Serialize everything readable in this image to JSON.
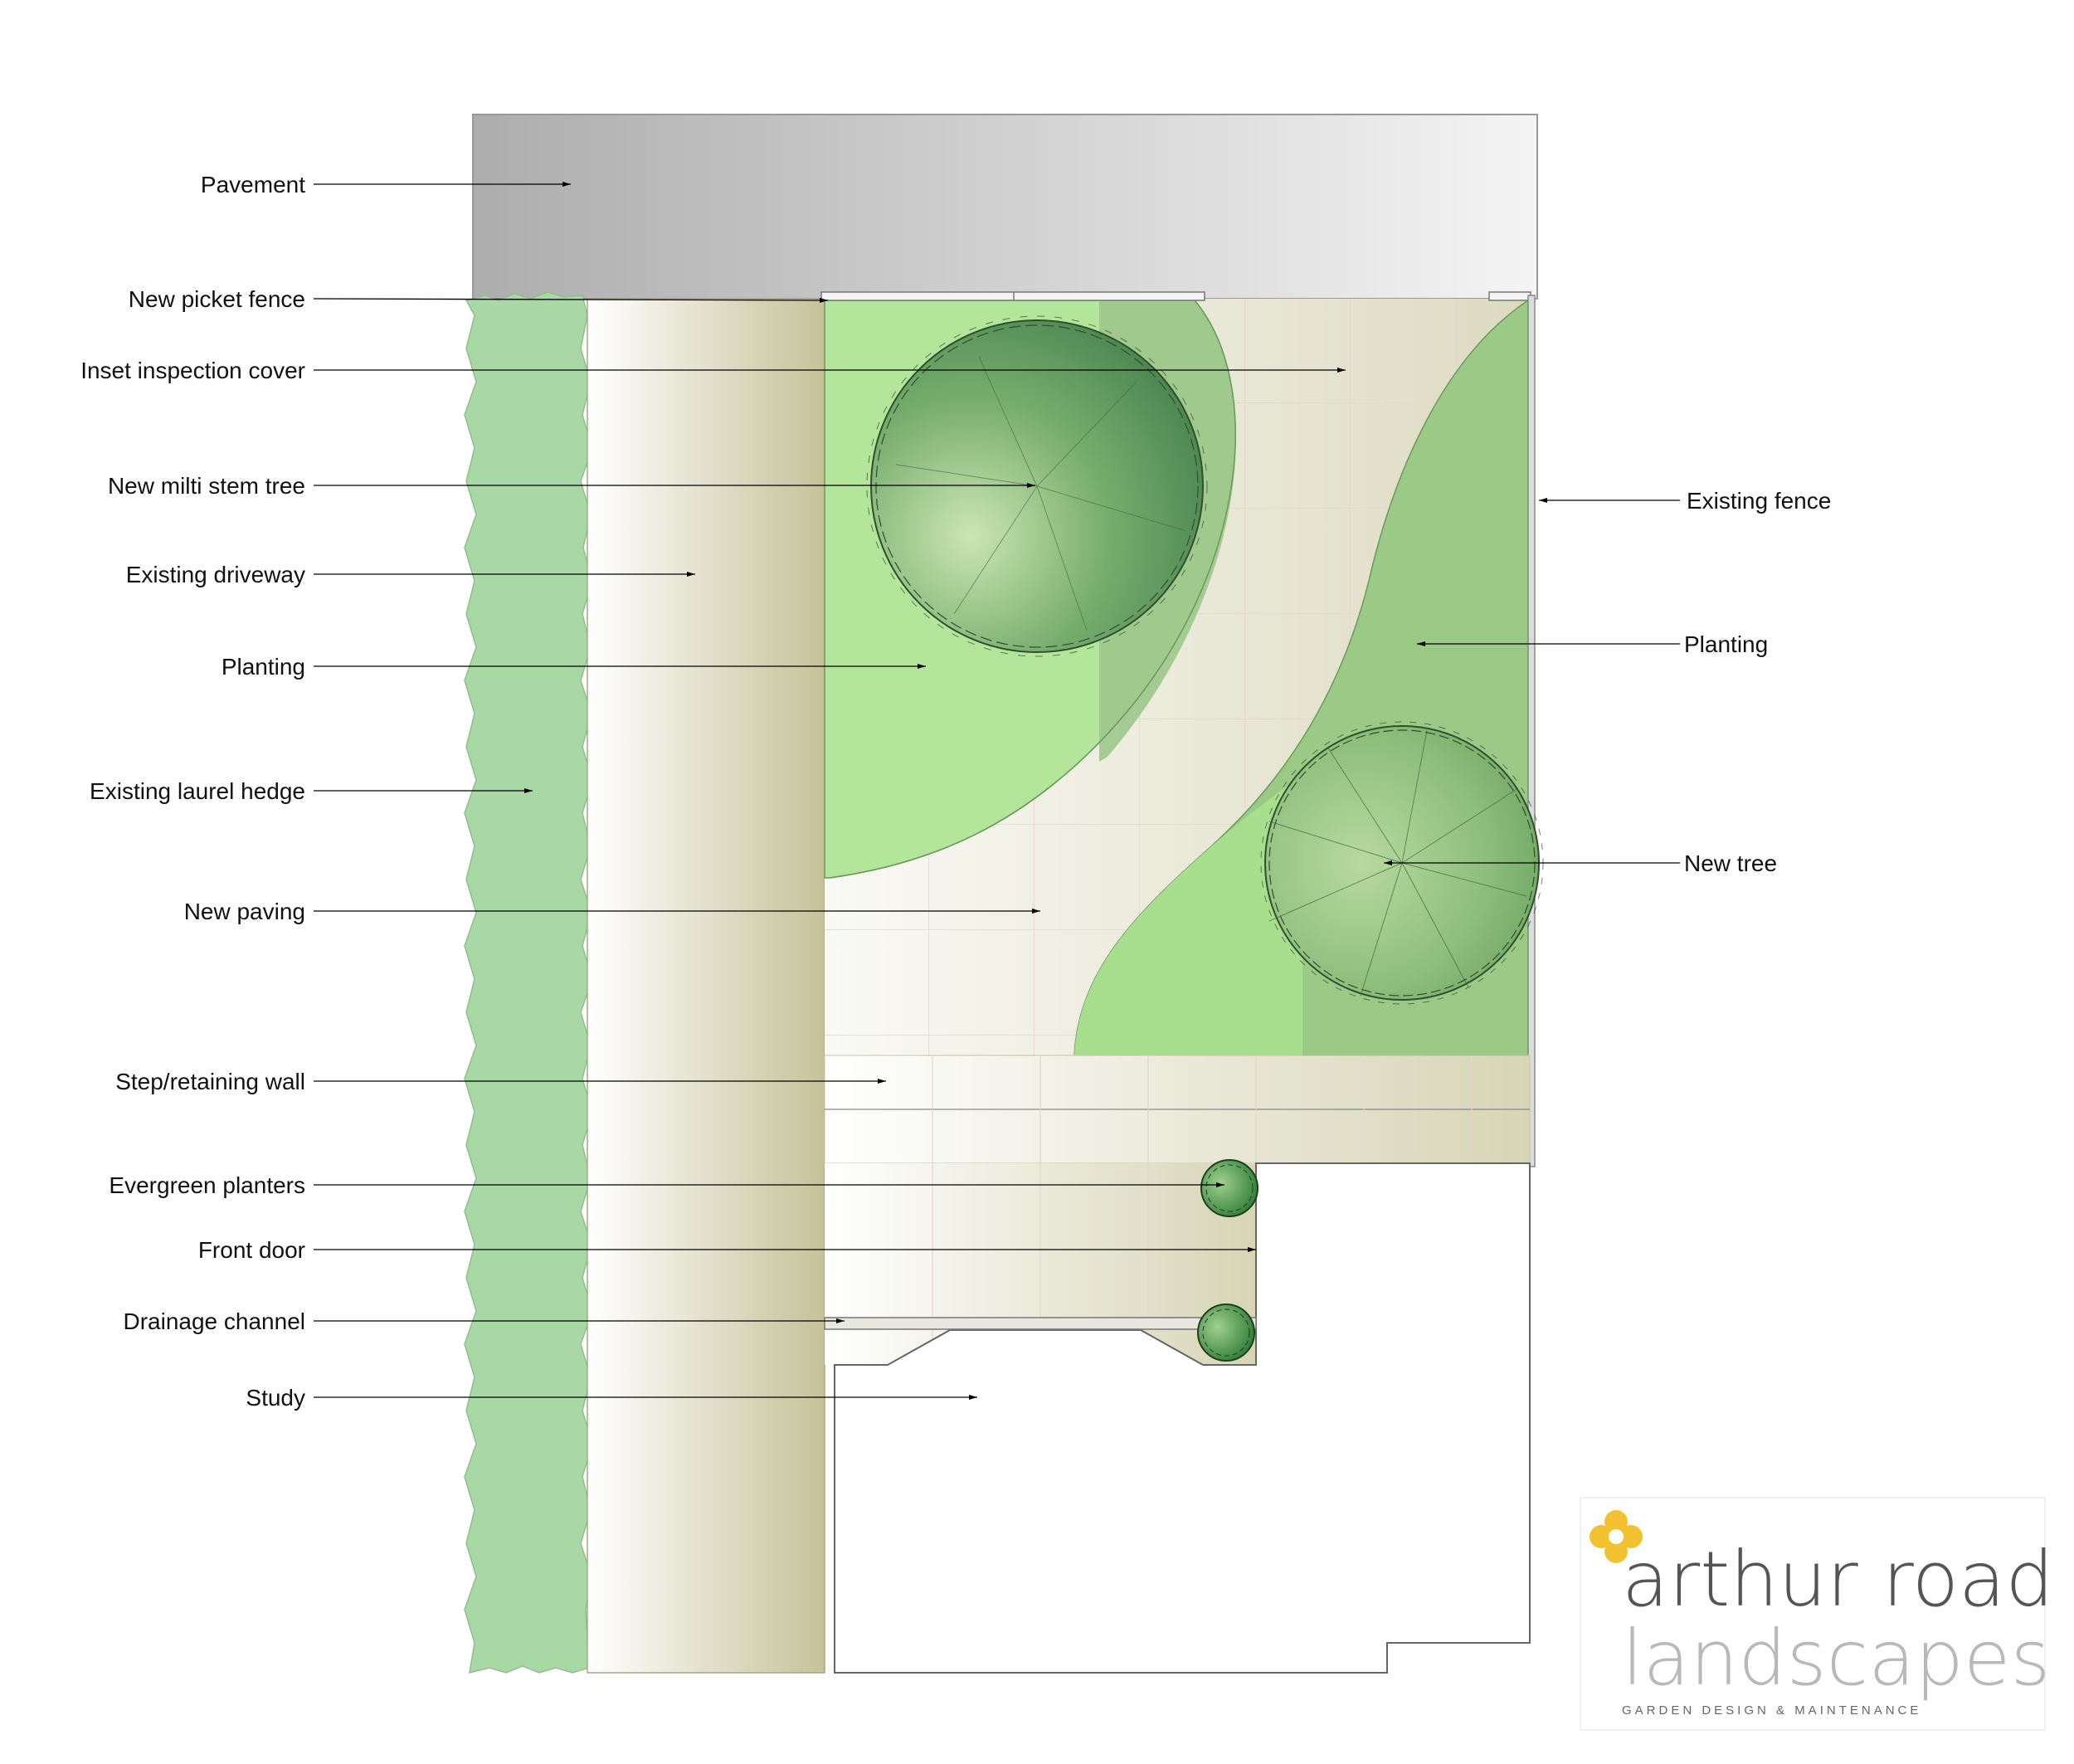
{
  "left_callouts": [
    {
      "label": "Pavement"
    },
    {
      "label": "New picket fence"
    },
    {
      "label": "Inset inspection cover"
    },
    {
      "label": "New milti stem tree"
    },
    {
      "label": "Existing driveway"
    },
    {
      "label": "Planting"
    },
    {
      "label": "Existing laurel hedge"
    },
    {
      "label": "New paving"
    },
    {
      "label": "Step/retaining wall"
    },
    {
      "label": "Evergreen planters"
    },
    {
      "label": "Front door"
    },
    {
      "label": "Drainage channel"
    },
    {
      "label": "Study"
    }
  ],
  "right_callouts": [
    {
      "label": "Existing fence"
    },
    {
      "label": "Planting"
    },
    {
      "label": "New tree"
    }
  ],
  "logo": {
    "line1": "arthur road",
    "line2": "landscapes",
    "tagline": "GARDEN DESIGN & MAINTENANCE",
    "icon": "flower-icon"
  },
  "colors": {
    "hedge": "#a8d8a3",
    "lawn": "#b3e69b",
    "planting": "#9bc986",
    "tree": "#5f9a5f",
    "paving": "#ecebdc",
    "driveway": "#d7d4b2",
    "pavement": "#b3b3b3",
    "logo_flower": "#f2c230",
    "logo_text_dark": "#555555",
    "logo_text_light": "#b9b9b9"
  }
}
